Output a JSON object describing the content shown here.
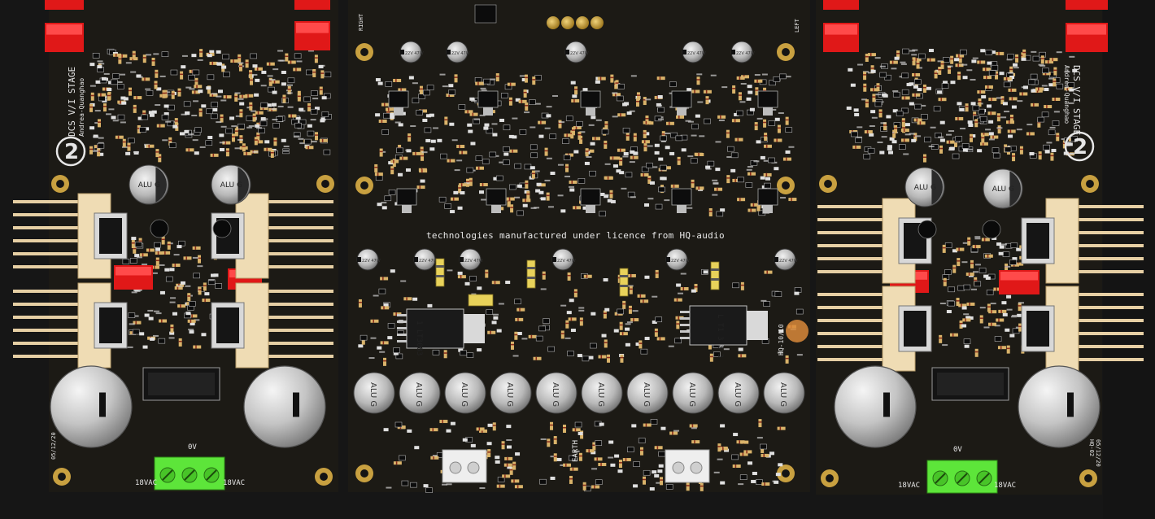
{
  "main_board": {
    "licence_text": "technologies manufactured under licence from HQ-audio",
    "ic_left": "1 LT3083",
    "ic_right": "L T1 3 8 3",
    "earth_label": "EARTH",
    "right_label": "RIGHT",
    "left_label": "LEFT",
    "side_code": "HQ-10/10"
  },
  "left_board": {
    "stage_title": "DCS V/I STAGE",
    "author": "Andrea-Quanghao",
    "zero_volt": "0V",
    "vac_left": "18VAC",
    "vac_right": "18VAC",
    "date_code": "05/12/20"
  },
  "right_board": {
    "stage_title": "DCS V/I STAGE",
    "author": "Andrea-Quanghao",
    "zero_volt": "0V",
    "vac_left": "18VAC",
    "vac_right": "18VAC",
    "date_code": "05/12/20",
    "board_code": "HQ-02"
  },
  "cap_marking": "ALU G",
  "small_cap_marking": "22V 47W",
  "colors": {
    "pcb": "#1c1a15",
    "silkscreen": "#e8e8e8",
    "pad_gold": "#c8a040",
    "heatsink": "#e6cfa4",
    "header_red": "#e01818",
    "terminal_green": "#5de53a",
    "background": "#161616"
  }
}
